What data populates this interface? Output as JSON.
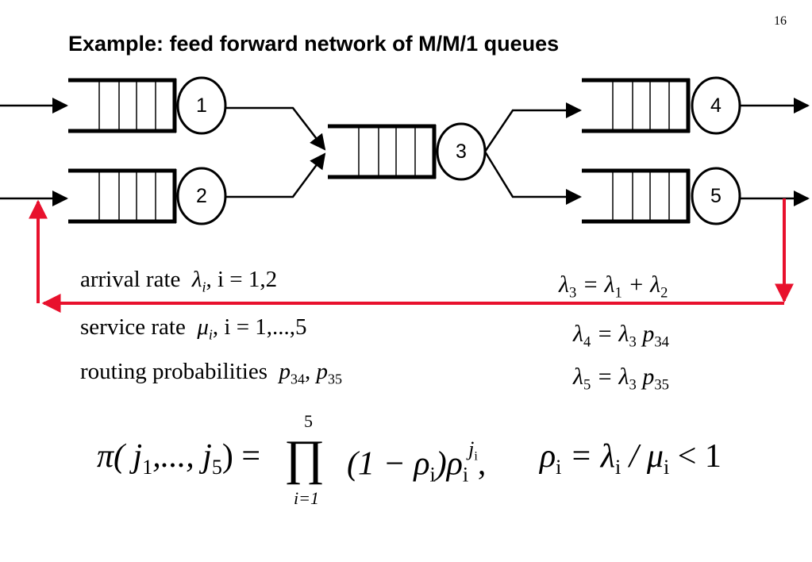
{
  "page_number": "16",
  "title": "Example: feed forward network of M/M/1 queues",
  "nodes": [
    {
      "id": "1",
      "label": "1"
    },
    {
      "id": "2",
      "label": "2"
    },
    {
      "id": "3",
      "label": "3"
    },
    {
      "id": "4",
      "label": "4"
    },
    {
      "id": "5",
      "label": "5"
    }
  ],
  "colors": {
    "feedback": "#e8112d",
    "stroke": "#000000"
  },
  "definitions": {
    "arrival": {
      "label": "arrival rate",
      "sym": "λ",
      "sub": "i",
      "cond": ", i = 1,2"
    },
    "service": {
      "label": "service rate",
      "sym": "μ",
      "sub": "i",
      "cond": ", i = 1,...,5"
    },
    "routing": {
      "label": "routing probabilities",
      "p1": "p",
      "p1sub": "34",
      "sep": ", ",
      "p2": "p",
      "p2sub": "35"
    }
  },
  "rate_equations": {
    "eq3": {
      "lhs": "λ",
      "lhs_sub": "3",
      "rhs": "= λ",
      "rhs_sub1": "1",
      "plus": " + λ",
      "rhs_sub2": "2"
    },
    "eq4": {
      "lhs": "λ",
      "lhs_sub": "4",
      "rhs": "= λ",
      "rhs_sub": "3",
      "p": " p",
      "p_sub": "34"
    },
    "eq5": {
      "lhs": "λ",
      "lhs_sub": "5",
      "rhs": "= λ",
      "rhs_sub": "3",
      "p": " p",
      "p_sub": "35"
    }
  },
  "product_form": {
    "lhs": "π( j",
    "lhs_sub1": "1",
    "lhs_mid": ",..., j",
    "lhs_sub2": "5",
    "lhs_end": ") =",
    "prod_symbol": "∏",
    "prod_upper": "5",
    "prod_lower": "i=1",
    "term": "(1 − ρ",
    "term_sub": "i",
    "term_mid": ")ρ",
    "term_sub2": "i",
    "exp": "j",
    "exp_sub": "i",
    "comma": ",",
    "cond_rho": "ρ",
    "cond_rho_sub": "i",
    "cond_eq": " = λ",
    "cond_lambda_sub": "i",
    "cond_div": " / μ",
    "cond_mu_sub": "i",
    "cond_end": " < 1"
  }
}
